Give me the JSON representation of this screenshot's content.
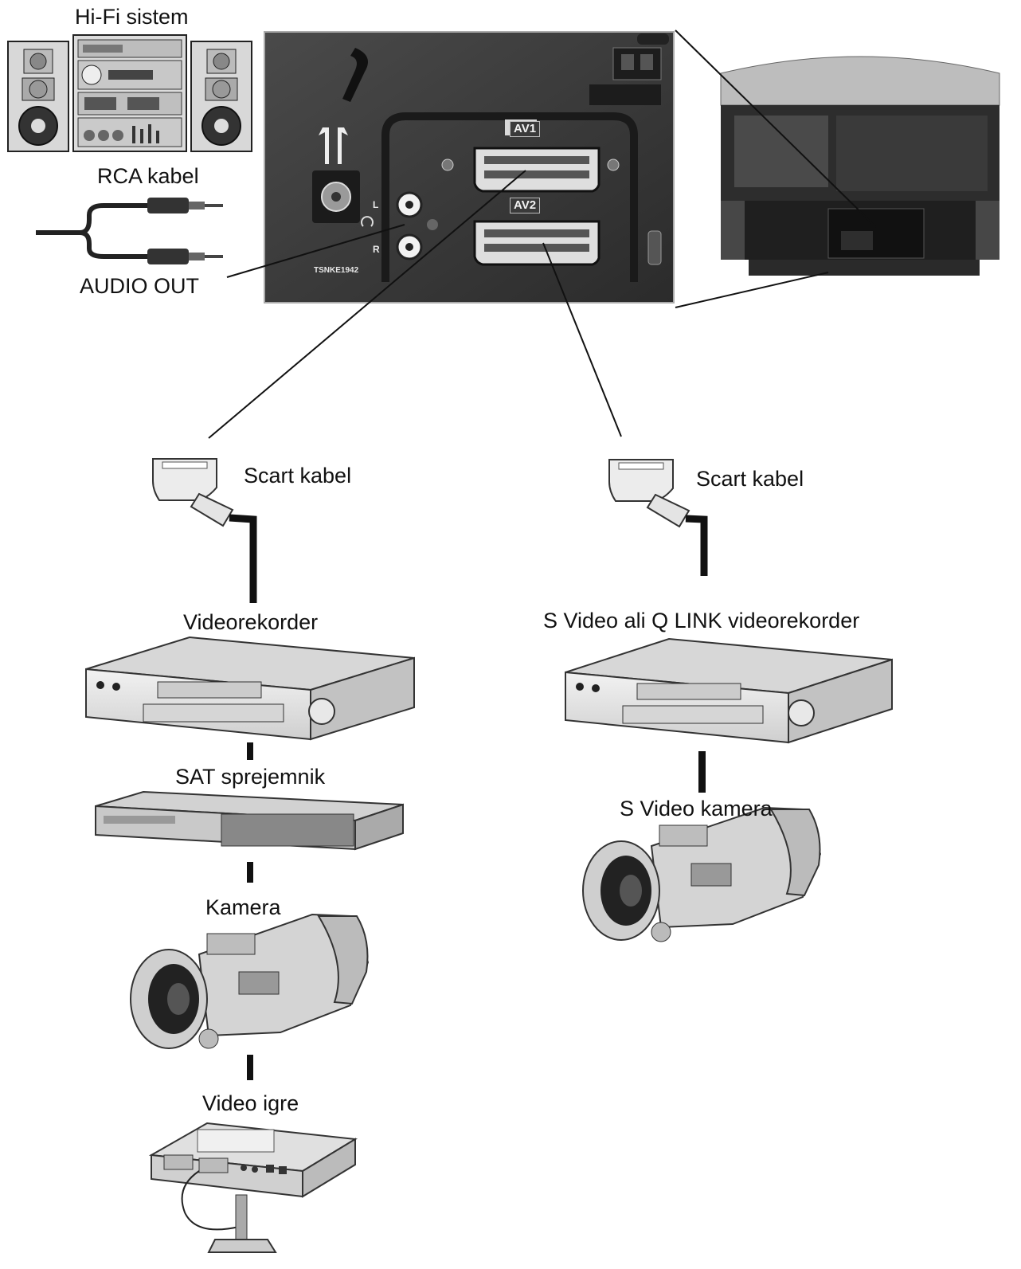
{
  "labels": {
    "hifi": "Hi-Fi sistem",
    "rca_cable": "RCA kabel",
    "audio_out": "AUDIO OUT",
    "scart_left": "Scart kabel",
    "scart_right": "Scart kabel",
    "vcr_left": "Videorekorder",
    "vcr_right": "S Video ali Q LINK videorekorder",
    "sat": "SAT sprejemnik",
    "camera_left": "Kamera",
    "camera_right": "S Video kamera",
    "games": "Video igre"
  },
  "panel": {
    "av1": "AV1",
    "av2": "AV2",
    "audio_l": "L",
    "audio_r": "R",
    "model_code": "TSNKE1942"
  },
  "colors": {
    "panel_dark": "#3a3a3a",
    "line": "#111111",
    "device_fill": "#e6e6e6"
  }
}
